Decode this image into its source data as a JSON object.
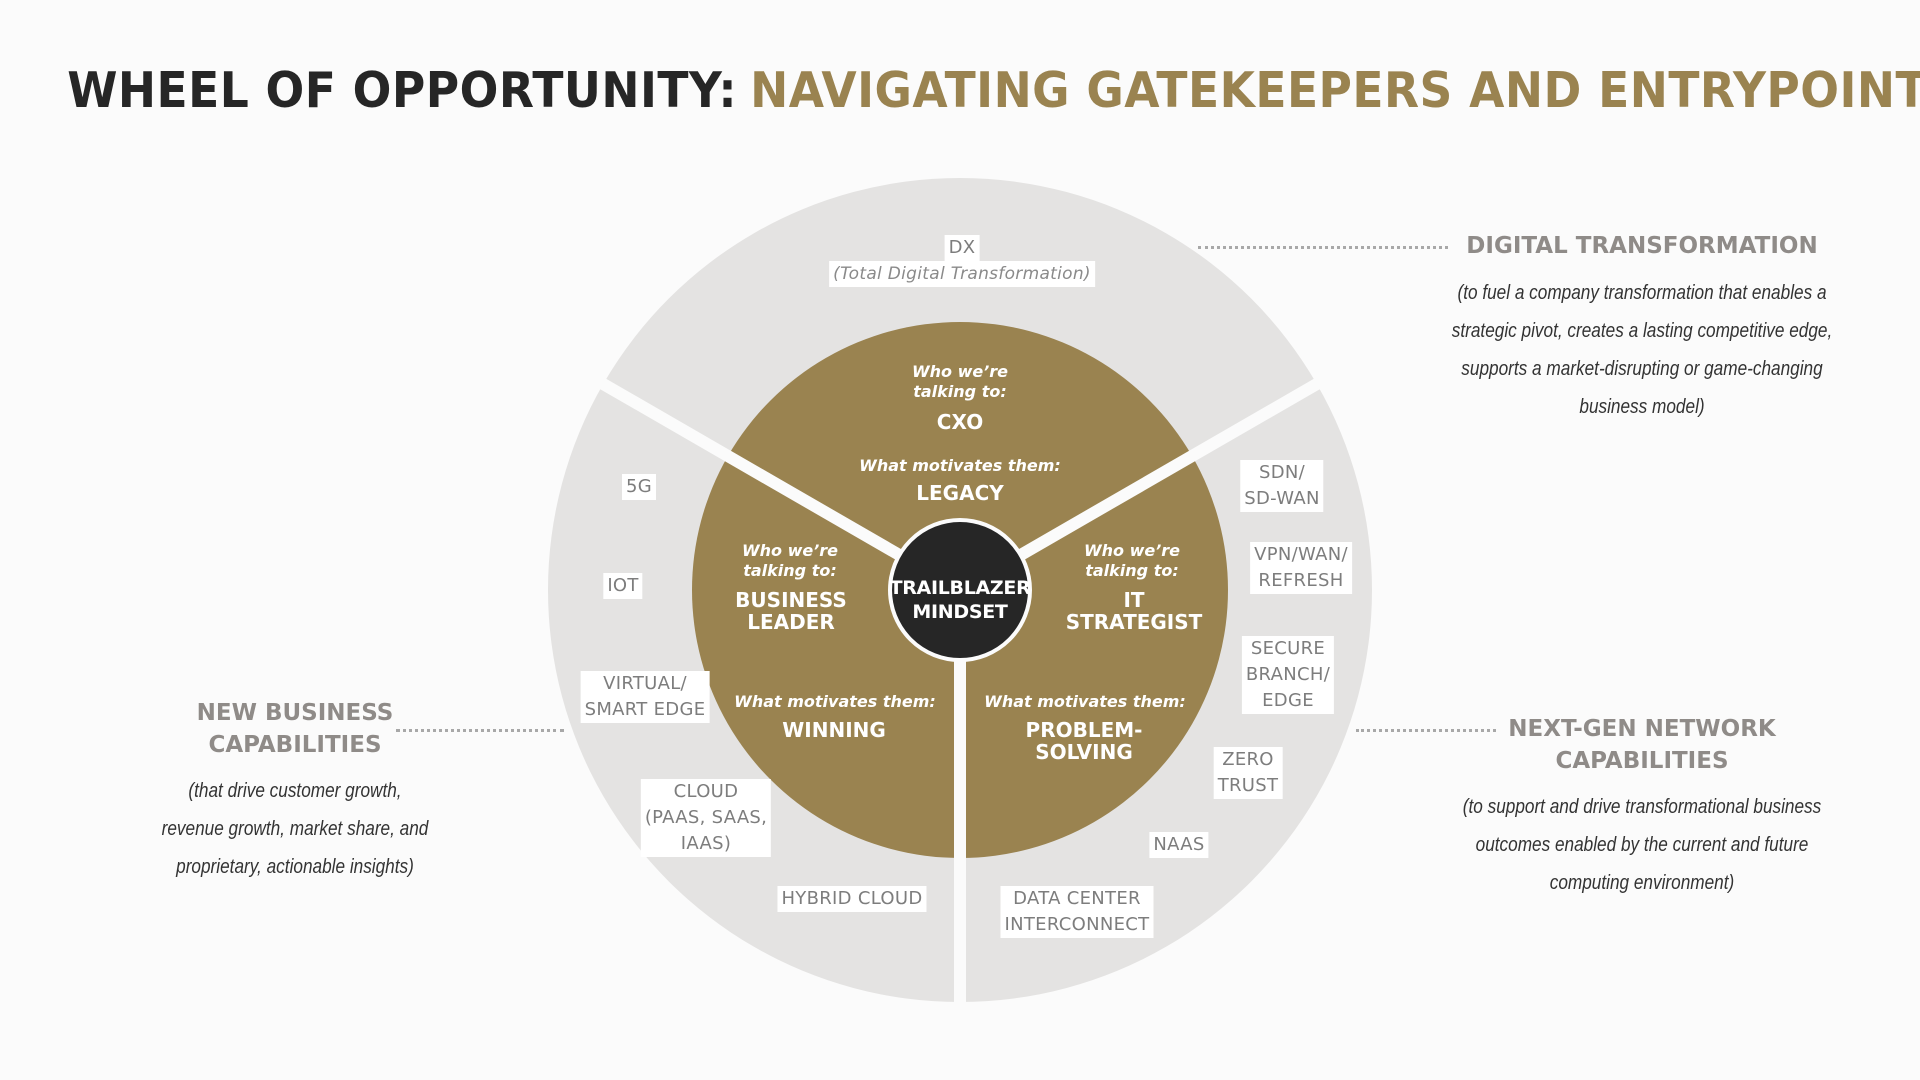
{
  "title": {
    "part1": "WHEEL OF OPPORTUNITY:",
    "part2": "NAVIGATING GATEKEEPERS AND ENTRYPOINTS"
  },
  "colors": {
    "outer_ring": "#e4e3e2",
    "inner_ring": "#9a8350",
    "hub": "#262626",
    "title_accent": "#9a8350"
  },
  "hub": {
    "line1": "TRAILBLAZER",
    "line2": "MINDSET"
  },
  "sectors": {
    "top": {
      "who_label": "Who we’re talking to:",
      "who_line1": "Who we’re",
      "who_line2": "talking to:",
      "who": "CXO",
      "motivation_label": "What motivates them:",
      "motivation": "LEGACY"
    },
    "left": {
      "who_line1": "Who we’re",
      "who_line2": "talking to:",
      "who_line3": "BUSINESS",
      "who_line4": "LEADER",
      "motivation_label": "What motivates them:",
      "motivation": "WINNING"
    },
    "right": {
      "who_line1": "Who we’re",
      "who_line2": "talking to:",
      "who_line3": "IT",
      "who_line4": "STRATEGIST",
      "motivation_label": "What motivates them:",
      "motivation_line1": "PROBLEM-",
      "motivation_line2": "SOLVING"
    }
  },
  "outer_tags": {
    "dx": "DX",
    "dx_sub": "(Total Digital Transformation)",
    "5g": "5G",
    "iot": "IOT",
    "virtual1": "VIRTUAL/",
    "virtual2": "SMART EDGE",
    "cloud1": "CLOUD",
    "cloud2": "(PAAS, SAAS,",
    "cloud3": "IAAS)",
    "hybrid": "HYBRID CLOUD",
    "sdn1": "SDN/",
    "sdn2": "SD-WAN",
    "vpn1": "VPN/WAN/",
    "vpn2": "REFRESH",
    "secure1": "SECURE",
    "secure2": "BRANCH/",
    "secure3": "EDGE",
    "zero1": "ZERO",
    "zero2": "TRUST",
    "naas": "NAAS",
    "dc1": "DATA CENTER",
    "dc2": "INTERCONNECT"
  },
  "callouts": {
    "digital": {
      "head": "DIGITAL TRANSFORMATION",
      "desc1": "(to fuel a company transformation that enables a",
      "desc2": "strategic pivot, creates a lasting competitive edge,",
      "desc3": "supports a market-disrupting or game-changing",
      "desc4": "business model)"
    },
    "business": {
      "head1": "NEW BUSINESS",
      "head2": "CAPABILITIES",
      "desc1": "(that drive customer growth,",
      "desc2": "revenue growth, market share, and",
      "desc3": "proprietary, actionable insights)"
    },
    "network": {
      "head1": "NEXT-GEN NETWORK",
      "head2": "CAPABILITIES",
      "desc1": "(to support and drive transformational business",
      "desc2": "outcomes enabled by the current and future",
      "desc3": "computing environment)"
    }
  }
}
